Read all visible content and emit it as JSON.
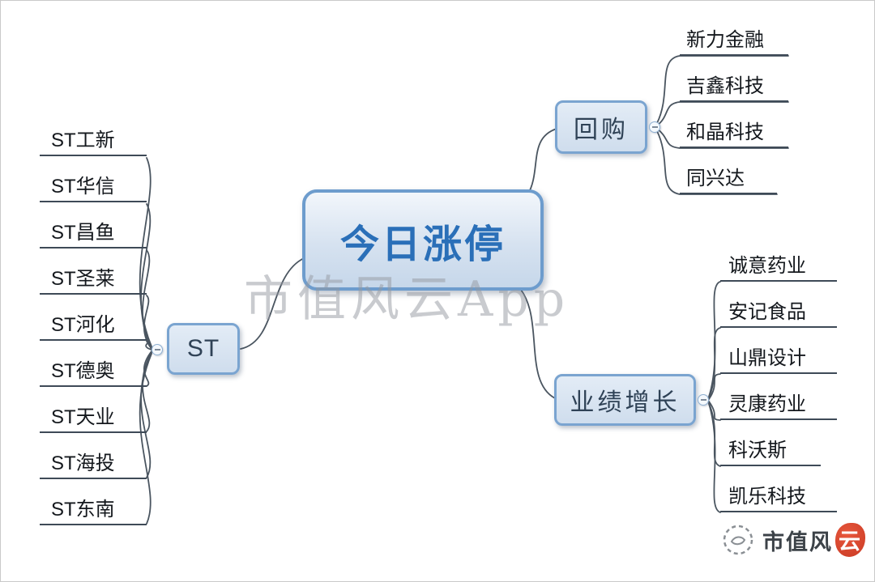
{
  "central": {
    "label": "今日涨停"
  },
  "branches": [
    {
      "label": "回购",
      "children": [
        "新力金融",
        "吉鑫科技",
        "和晶科技",
        "同兴达"
      ]
    },
    {
      "label": "ST",
      "children": [
        "ST工新",
        "ST华信",
        "ST昌鱼",
        "ST圣莱",
        "ST河化",
        "ST德奥",
        "ST天业",
        "ST海投",
        "ST东南"
      ]
    },
    {
      "label": "业绩增长",
      "children": [
        "诚意药业",
        "安记食品",
        "山鼎设计",
        "灵康药业",
        "科沃斯",
        "凯乐科技"
      ]
    }
  ],
  "watermark": "市值风云App",
  "logo": {
    "text_main": "市值风",
    "text_cloud": "云"
  },
  "colors": {
    "node_border": "#6d9ccd",
    "node_fill": "#d6e2f0",
    "central_text": "#2a6fb8",
    "connector_line": "#4a5560",
    "leaf_underline": "#3e4a57",
    "logo_red": "#d8402b"
  }
}
